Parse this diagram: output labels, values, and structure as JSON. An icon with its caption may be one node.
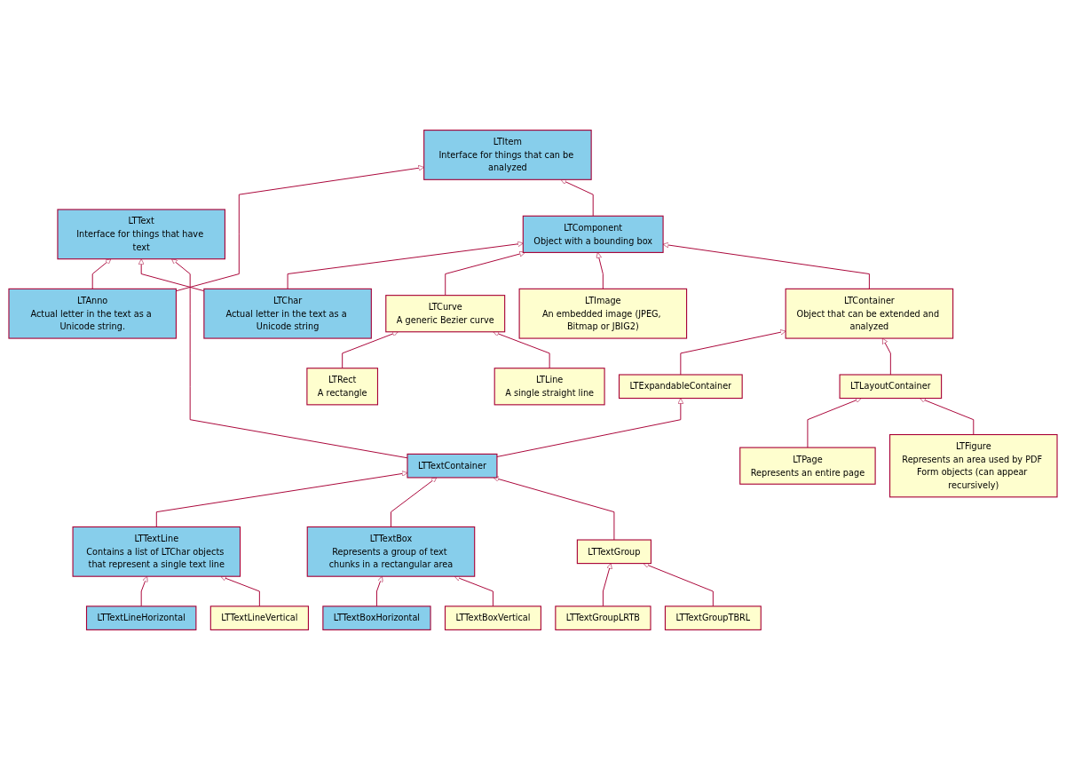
{
  "diagram": {
    "nodes": [
      {
        "text": [
          "LTItem",
          "Interface for things that can be analyzed"
        ]
      },
      {
        "text": [
          "LTText",
          "Interface for things that have text"
        ]
      },
      {
        "text": [
          "LTComponent",
          "Object with a bounding box"
        ]
      },
      {
        "text": [
          "LTAnno",
          "Actual letter in the text as a Unicode string."
        ]
      },
      {
        "text": [
          "LTChar",
          "Actual letter in the text as a Unicode string"
        ]
      },
      {
        "text": [
          "LTCurve",
          "A generic Bezier curve"
        ]
      },
      {
        "text": [
          "LTImage",
          "An embedded image (JPEG, Bitmap or JBIG2)"
        ]
      },
      {
        "text": [
          "LTContainer",
          "Object that can be extended and analyzed"
        ]
      },
      {
        "text": [
          "LTRect",
          "A rectangle"
        ]
      },
      {
        "text": [
          "LTLine",
          "A single straight line"
        ]
      },
      {
        "text": [
          "LTExpandableContainer"
        ]
      },
      {
        "text": [
          "LTLayoutContainer"
        ]
      },
      {
        "text": [
          "LTTextContainer"
        ]
      },
      {
        "text": [
          "LTPage",
          "Represents an entire page"
        ]
      },
      {
        "text": [
          "LTFigure",
          "Represents an area used by PDF Form objects (can appear recursively)"
        ]
      },
      {
        "text": [
          "LTTextLine",
          "Contains a list of LTChar objects that represent a single text line"
        ]
      },
      {
        "text": [
          "LTTextBox",
          "Represents a group of text chunks in a rectangular area"
        ]
      },
      {
        "text": [
          "LTTextGroup"
        ]
      },
      {
        "text": [
          "LTTextLineHorizontal"
        ]
      },
      {
        "text": [
          "LTTextLineVertical"
        ]
      },
      {
        "text": [
          "LTTextBoxHorizontal"
        ]
      },
      {
        "text": [
          "LTTextBoxVertical"
        ]
      },
      {
        "text": [
          "LTTextGroupLRTB"
        ]
      },
      {
        "text": [
          "LTTextGroupTBRL"
        ]
      }
    ],
    "edges": [
      {
        "from": 3,
        "to": 0,
        "arrow": "to"
      },
      {
        "from": 2,
        "to": 0,
        "arrow": "to"
      },
      {
        "from": 3,
        "to": 1,
        "arrow": "to"
      },
      {
        "from": 4,
        "to": 1,
        "arrow": "to"
      },
      {
        "from": 12,
        "to": 1,
        "arrow": "to"
      },
      {
        "from": 4,
        "to": 2,
        "arrow": "to"
      },
      {
        "from": 5,
        "to": 2,
        "arrow": "to"
      },
      {
        "from": 6,
        "to": 2,
        "arrow": "to"
      },
      {
        "from": 7,
        "to": 2,
        "arrow": "to"
      },
      {
        "from": 8,
        "to": 5,
        "arrow": "to"
      },
      {
        "from": 9,
        "to": 5,
        "arrow": "to"
      },
      {
        "from": 10,
        "to": 7,
        "arrow": "to"
      },
      {
        "from": 11,
        "to": 7,
        "arrow": "to"
      },
      {
        "from": 12,
        "to": 10,
        "arrow": "to"
      },
      {
        "from": 13,
        "to": 11,
        "arrow": "to"
      },
      {
        "from": 14,
        "to": 11,
        "arrow": "to"
      },
      {
        "from": 15,
        "to": 12,
        "arrow": "to"
      },
      {
        "from": 16,
        "to": 12,
        "arrow": "to"
      },
      {
        "from": 17,
        "to": 12,
        "arrow": "to"
      },
      {
        "from": 18,
        "to": 15,
        "arrow": "to"
      },
      {
        "from": 19,
        "to": 15,
        "arrow": "to"
      },
      {
        "from": 20,
        "to": 16,
        "arrow": "to"
      },
      {
        "from": 21,
        "to": 16,
        "arrow": "to"
      },
      {
        "from": 22,
        "to": 17,
        "arrow": "to"
      },
      {
        "from": 23,
        "to": 17,
        "arrow": "to"
      }
    ]
  }
}
